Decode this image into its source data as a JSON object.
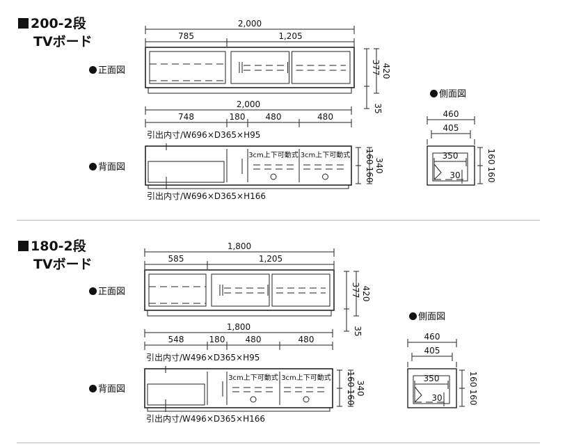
{
  "sections": [
    {
      "id": "s200",
      "title_line1": "200-2段",
      "title_line2": "TVボード",
      "front_label": "正面図",
      "back_label": "背面図",
      "side_label": "側面図",
      "front": {
        "total": "2,000",
        "left": "785",
        "right": "1,205",
        "h_body": "377",
        "h_total": "420",
        "h_leg": "35"
      },
      "back": {
        "total": "2,000",
        "d1": "748",
        "d2": "180",
        "d3": "480",
        "d4": "480",
        "h_top": "160",
        "h_bottom": "160",
        "h_total": "340",
        "note_top": "引出内寸/W696×D365×H95",
        "note_bottom": "引出内寸/W696×D365×H166",
        "shelf": "3cm上下可動式"
      },
      "side": {
        "d_total": "460",
        "d_inner": "405",
        "d_shelf": "350",
        "h_small": "30",
        "h_top": "160",
        "h_bottom": "160"
      }
    },
    {
      "id": "s180",
      "title_line1": "180-2段",
      "title_line2": "TVボード",
      "front_label": "正面図",
      "back_label": "背面図",
      "side_label": "側面図",
      "front": {
        "total": "1,800",
        "left": "585",
        "right": "1,205",
        "h_body": "377",
        "h_total": "420",
        "h_leg": "35"
      },
      "back": {
        "total": "1,800",
        "d1": "548",
        "d2": "180",
        "d3": "480",
        "d4": "480",
        "h_top": "160",
        "h_bottom": "160",
        "h_total": "340",
        "note_top": "引出内寸/W496×D365×H95",
        "note_bottom": "引出内寸/W496×D365×H166",
        "shelf": "3cm上下可動式"
      },
      "side": {
        "d_total": "460",
        "d_inner": "405",
        "d_shelf": "350",
        "h_small": "30",
        "h_top": "160",
        "h_bottom": "160"
      }
    }
  ]
}
